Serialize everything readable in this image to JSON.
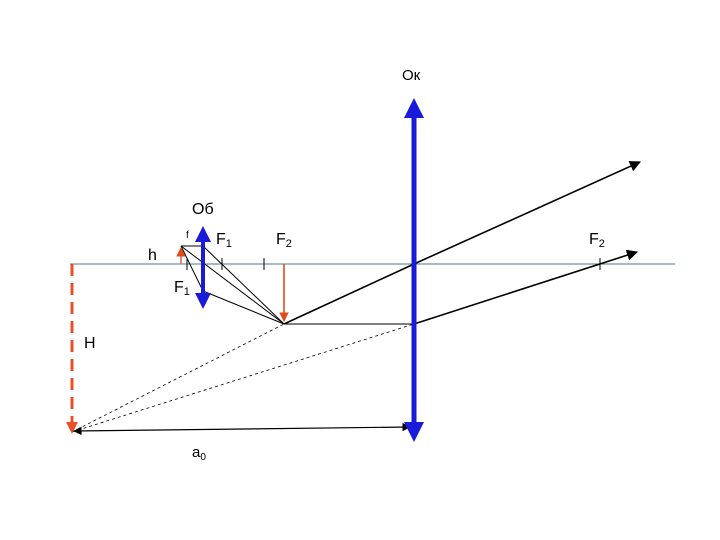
{
  "diagram": {
    "labels": {
      "eyepiece": "Ок",
      "objective": "Об",
      "focus_f1_upper": "F",
      "focus_f1_upper_sub": "1",
      "focus_f1_lower": "F",
      "focus_f1_lower_sub": "1",
      "focus_f2_left": "F",
      "focus_f2_left_sub": "2",
      "focus_f2_right": "F",
      "focus_f2_right_sub": "2",
      "object_height": "h",
      "object_marker": "f",
      "image_height": "H",
      "distance": "a",
      "distance_sub": "0"
    },
    "colors": {
      "axis": "#3f7f7a",
      "lens": "#1a1adb",
      "object_arrow": "#d96f5a",
      "image_arrow": "#e04a1a",
      "virtual_image": "#e8502a",
      "ray": "#000000"
    }
  }
}
